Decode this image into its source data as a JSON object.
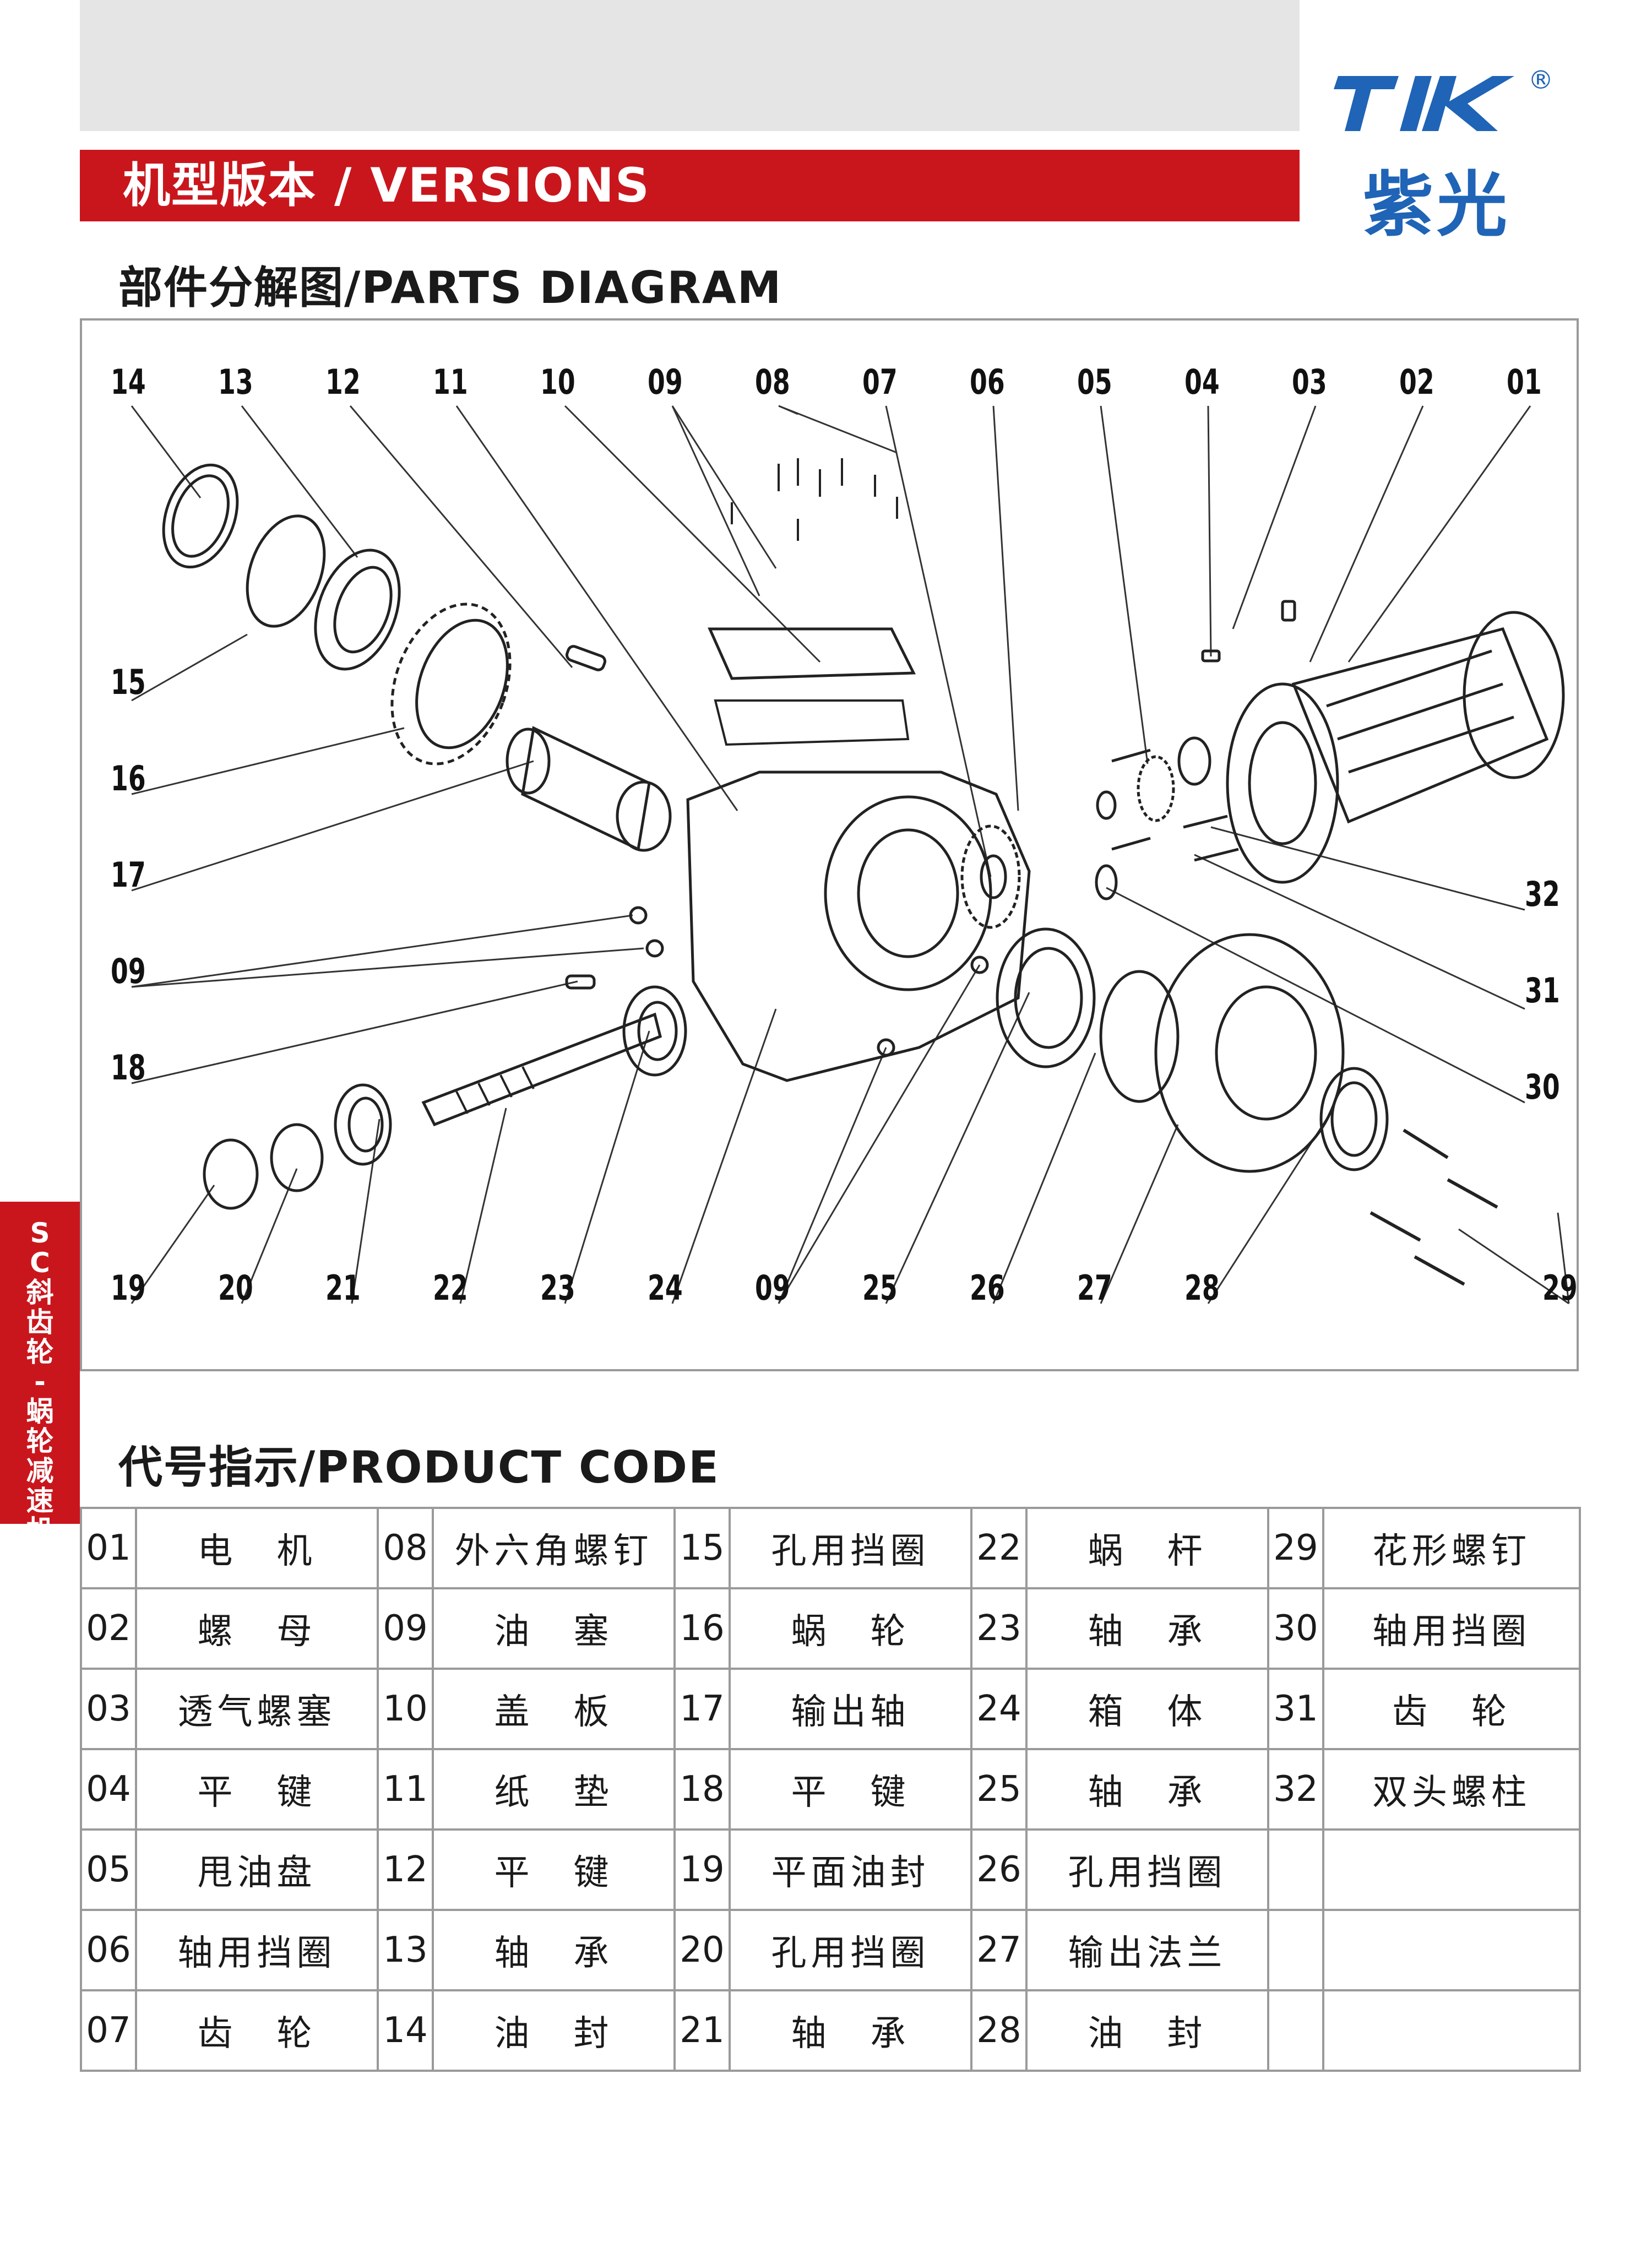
{
  "header": {
    "title": "机型版本 / VERSIONS",
    "logo_zh": "紫光",
    "registered": "®"
  },
  "sections": {
    "parts_diagram": "部件分解图/PARTS DIAGRAM",
    "product_code": "代号指示/PRODUCT CODE"
  },
  "side_tab": [
    "S",
    "C",
    "斜",
    "齿",
    "轮",
    "-",
    "蜗",
    "轮",
    "减",
    "速",
    "机"
  ],
  "diagram": {
    "top_labels": [
      "14",
      "13",
      "12",
      "11",
      "10",
      "09",
      "08",
      "07",
      "06",
      "05",
      "04",
      "03",
      "02",
      "01"
    ],
    "left_labels": [
      "15",
      "16",
      "17",
      "09",
      "18"
    ],
    "right_labels": [
      "32",
      "31",
      "30"
    ],
    "bottom_labels": [
      "19",
      "20",
      "21",
      "22",
      "23",
      "24",
      "09",
      "25",
      "26",
      "27",
      "28",
      "29"
    ]
  },
  "parts": [
    {
      "code": "01",
      "name": "电　机"
    },
    {
      "code": "02",
      "name": "螺　母"
    },
    {
      "code": "03",
      "name": "透气螺塞"
    },
    {
      "code": "04",
      "name": "平　键"
    },
    {
      "code": "05",
      "name": "甩油盘"
    },
    {
      "code": "06",
      "name": "轴用挡圈"
    },
    {
      "code": "07",
      "name": "齿　轮"
    },
    {
      "code": "08",
      "name": "外六角螺钉"
    },
    {
      "code": "09",
      "name": "油　塞"
    },
    {
      "code": "10",
      "name": "盖　板"
    },
    {
      "code": "11",
      "name": "纸　垫"
    },
    {
      "code": "12",
      "name": "平　键"
    },
    {
      "code": "13",
      "name": "轴　承"
    },
    {
      "code": "14",
      "name": "油　封"
    },
    {
      "code": "15",
      "name": "孔用挡圈"
    },
    {
      "code": "16",
      "name": "蜗　轮"
    },
    {
      "code": "17",
      "name": "输出轴"
    },
    {
      "code": "18",
      "name": "平　键"
    },
    {
      "code": "19",
      "name": "平面油封"
    },
    {
      "code": "20",
      "name": "孔用挡圈"
    },
    {
      "code": "21",
      "name": "轴　承"
    },
    {
      "code": "22",
      "name": "蜗　杆"
    },
    {
      "code": "23",
      "name": "轴　承"
    },
    {
      "code": "24",
      "name": "箱　体"
    },
    {
      "code": "25",
      "name": "轴　承"
    },
    {
      "code": "26",
      "name": "孔用挡圈"
    },
    {
      "code": "27",
      "name": "输出法兰"
    },
    {
      "code": "28",
      "name": "油　封"
    },
    {
      "code": "29",
      "name": "花形螺钉"
    },
    {
      "code": "30",
      "name": "轴用挡圈"
    },
    {
      "code": "31",
      "name": "齿　轮"
    },
    {
      "code": "32",
      "name": "双头螺柱"
    }
  ],
  "colors": {
    "red": "#c9161d",
    "blue": "#1f64b6",
    "grey": "#e5e5e5",
    "border": "#9a9a9a"
  }
}
